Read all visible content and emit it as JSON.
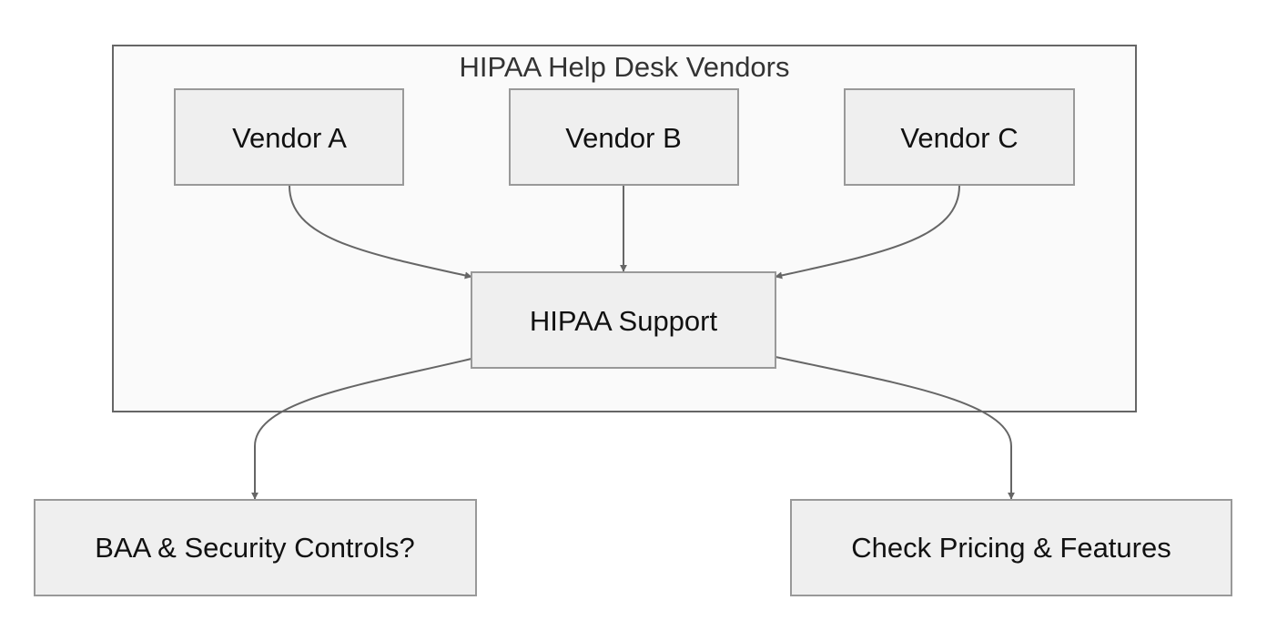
{
  "diagram": {
    "cluster": {
      "label": "HIPAA Help Desk Vendors"
    },
    "nodes": {
      "vendor_a": "Vendor A",
      "vendor_b": "Vendor B",
      "vendor_c": "Vendor C",
      "hipaa_support": "HIPAA Support",
      "baa_security": "BAA & Security Controls?",
      "check_pricing": "Check Pricing & Features"
    },
    "edges": [
      {
        "from": "vendor_a",
        "to": "hipaa_support"
      },
      {
        "from": "vendor_b",
        "to": "hipaa_support"
      },
      {
        "from": "vendor_c",
        "to": "hipaa_support"
      },
      {
        "from": "hipaa_support",
        "to": "baa_security"
      },
      {
        "from": "hipaa_support",
        "to": "check_pricing"
      }
    ],
    "colors": {
      "node_fill": "#efefef",
      "node_border": "#999999",
      "edge": "#666666",
      "cluster_fill": "#fafafa"
    }
  }
}
